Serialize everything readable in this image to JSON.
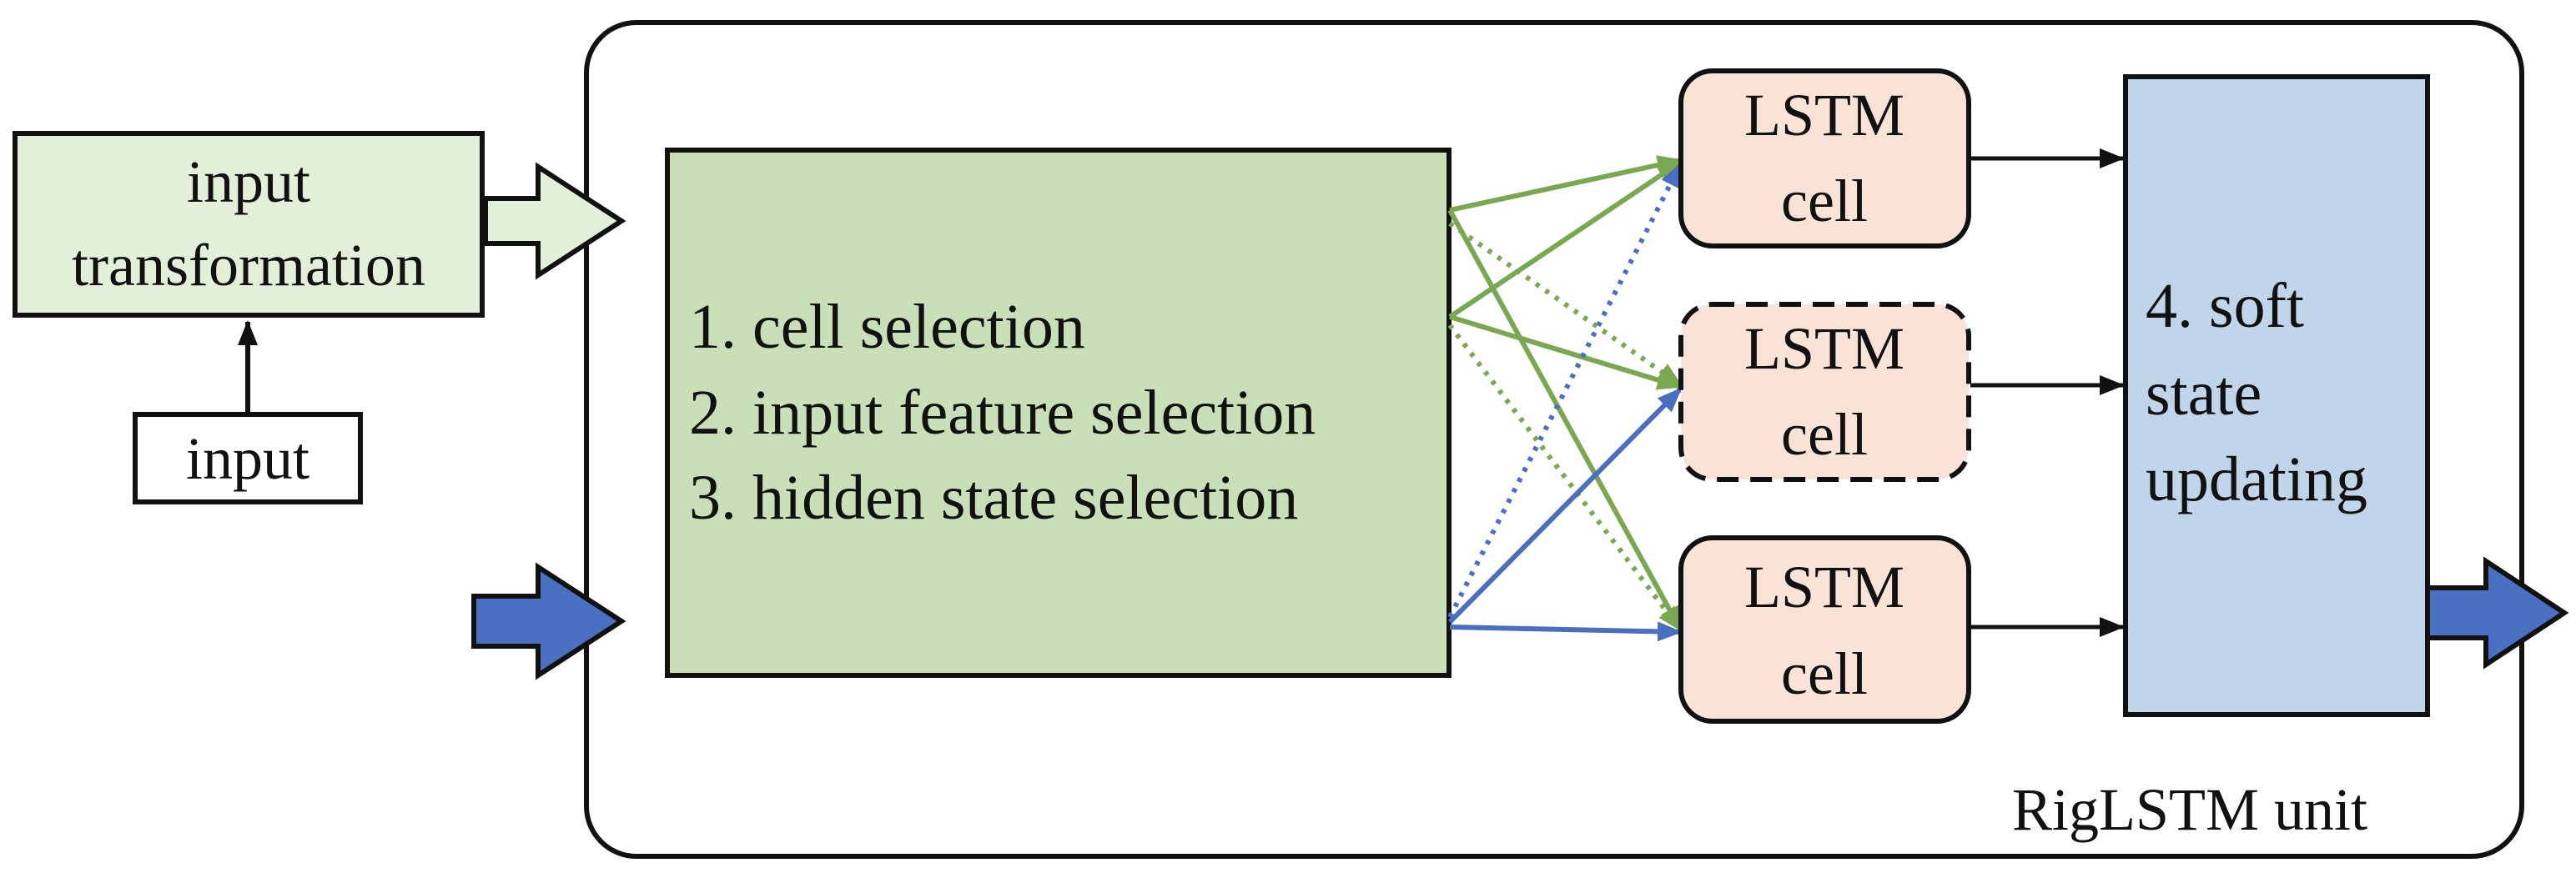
{
  "colors": {
    "green_main": "#c9dfb7",
    "green_light": "#e2efd9",
    "orange": "#f8e3d6",
    "blue_box": "#c0d5ea",
    "arrow_green": "#79a851",
    "arrow_blue": "#4a6fc0",
    "block_arrow_blue": "#4a70c1"
  },
  "input_transformation": {
    "line1": "input",
    "line2": "transformation"
  },
  "input_box": {
    "label": "input"
  },
  "selection": {
    "step1": "1. cell selection",
    "step2": "2. input feature selection",
    "step3": "3. hidden state selection"
  },
  "cells": [
    {
      "line1": "LSTM",
      "line2": "cell",
      "style": "solid"
    },
    {
      "line1": "LSTM",
      "line2": "cell",
      "style": "dashed"
    },
    {
      "line1": "LSTM",
      "line2": "cell",
      "style": "solid"
    }
  ],
  "soft_state": {
    "line1": "4. soft",
    "line2": "state",
    "line3": "updating"
  },
  "unit_label": "RigLSTM unit",
  "icons": [
    "block-arrow-icon",
    "arrow-icon"
  ]
}
